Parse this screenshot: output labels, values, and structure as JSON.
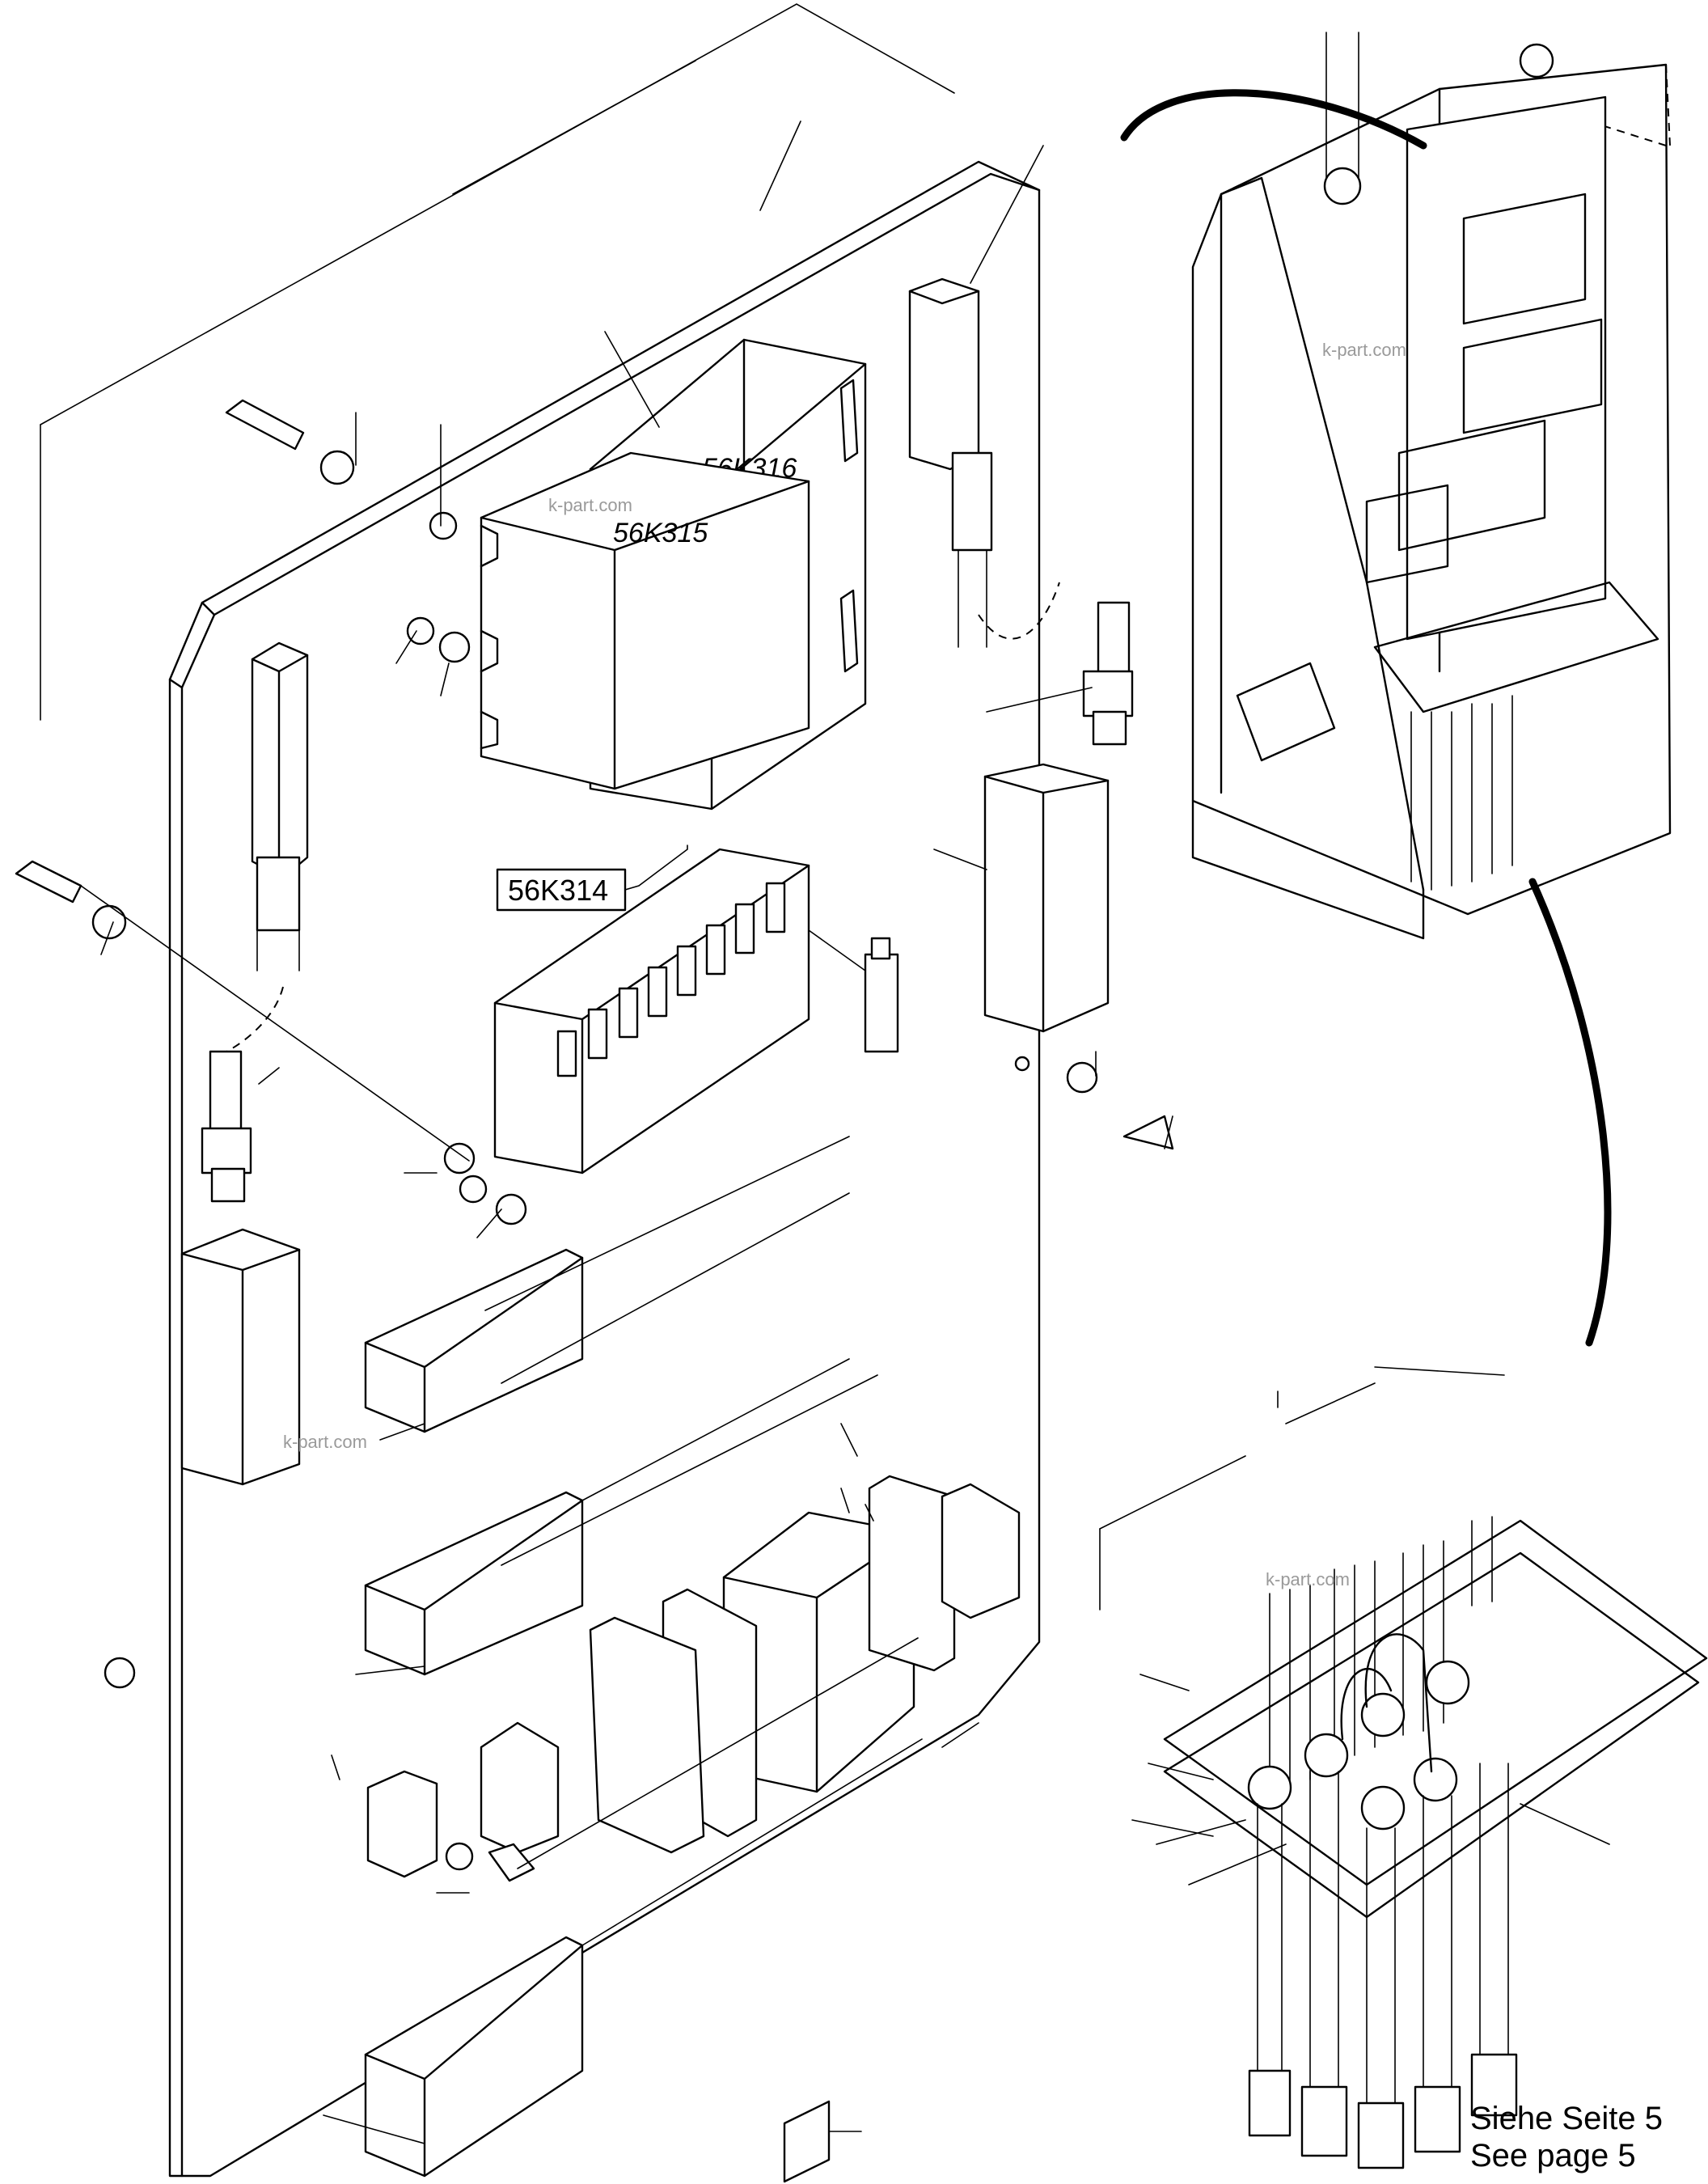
{
  "labels": {
    "relay_56k316": "56K316",
    "relay_56k315": "56K315",
    "module_56k314": "56K314"
  },
  "watermark": "k-part.com",
  "reference": {
    "line_de": "Siehe Seite 5",
    "line_en": "See page 5"
  }
}
